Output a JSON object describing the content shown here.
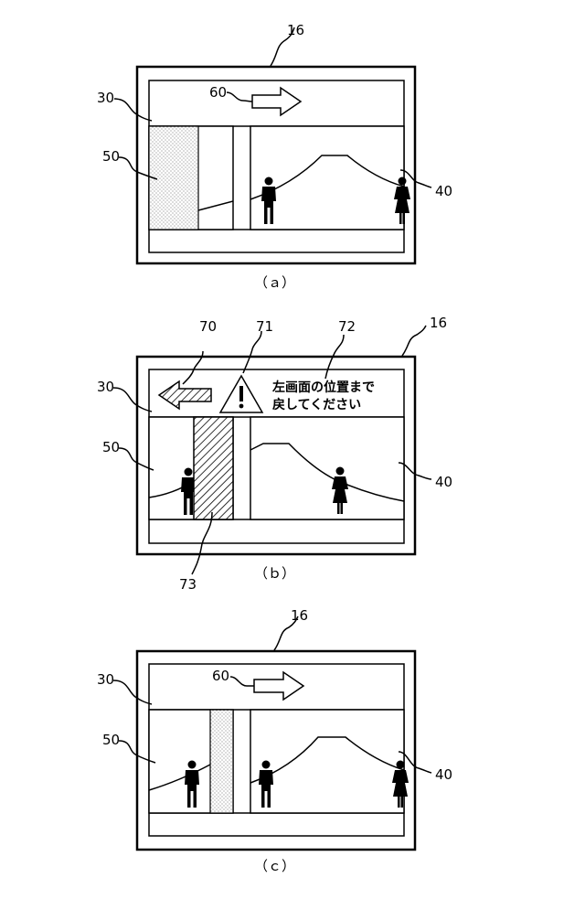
{
  "figures": [
    {
      "caption": "（ａ）",
      "labels": {
        "device": "16",
        "screen": "30",
        "left_view": "50",
        "right_view": "40",
        "arrow": "60"
      }
    },
    {
      "caption": "（ｂ）",
      "labels": {
        "device": "16",
        "screen": "30",
        "left_view": "50",
        "right_view": "40",
        "arrow": "70",
        "warning": "71",
        "message_ref": "72",
        "obstacle": "73"
      },
      "message_lines": [
        "左画面の位置まで",
        "戻してください"
      ]
    },
    {
      "caption": "（ｃ）",
      "labels": {
        "device": "16",
        "screen": "30",
        "left_view": "50",
        "right_view": "40",
        "arrow": "60"
      }
    }
  ]
}
